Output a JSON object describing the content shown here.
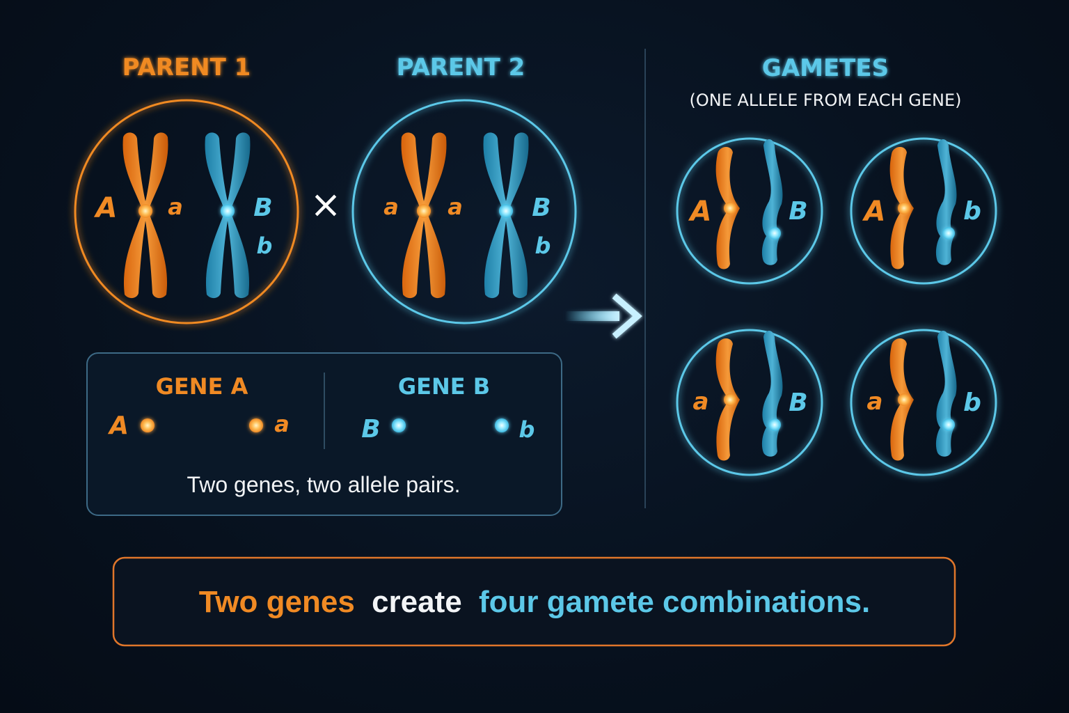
{
  "colors": {
    "orange": "#f08a24",
    "blue": "#5cc8e8",
    "white": "#f2f4f6",
    "background": "#07111e"
  },
  "parent1": {
    "title": "PARENT 1",
    "left_allele_1": "A",
    "right_allele_1": "a",
    "gene_b_allele_1": "B",
    "gene_b_allele_2": "b"
  },
  "cross_symbol": "×",
  "parent2": {
    "title": "PARENT 2",
    "left_allele_1": "a",
    "right_allele_1": "a",
    "gene_b_allele_1": "B",
    "gene_b_allele_2": "b"
  },
  "legend": {
    "gene_a_title": "GENE A",
    "gene_a_left": "A",
    "gene_a_right": "a",
    "gene_b_title": "GENE B",
    "gene_b_left": "B",
    "gene_b_right": "b",
    "caption": "Two genes, two allele pairs."
  },
  "gametes": {
    "title": "GAMETES",
    "subtitle": "(ONE ALLELE FROM EACH GENE)",
    "items": [
      {
        "a": "A",
        "b": "B"
      },
      {
        "a": "A",
        "b": "b"
      },
      {
        "a": "a",
        "b": "B"
      },
      {
        "a": "a",
        "b": "b"
      }
    ]
  },
  "summary": {
    "part1": "Two genes",
    "part2": "create",
    "part3": "four gamete combinations."
  },
  "icons": [
    "cross-icon",
    "right-arrow-icon"
  ]
}
